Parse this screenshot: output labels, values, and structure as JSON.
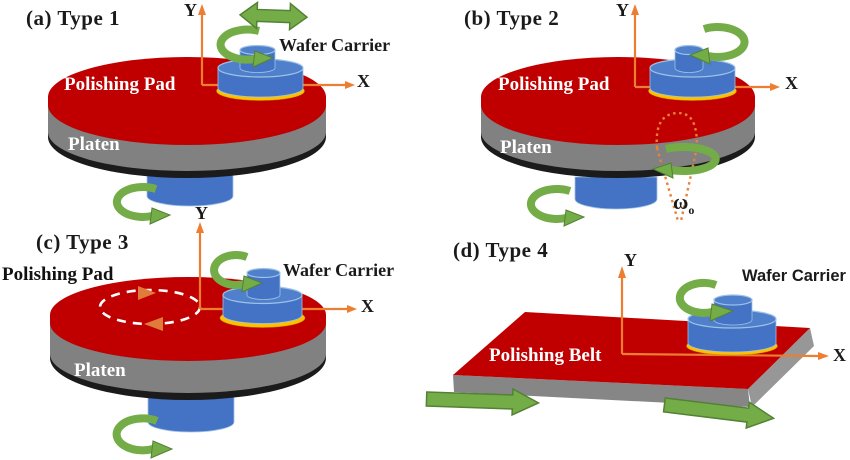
{
  "figure": {
    "description": "Four types of chemical-mechanical polishing machine configurations",
    "panels": {
      "a": {
        "title": "(a) Type 1",
        "labels": {
          "pad": "Polishing Pad",
          "platen": "Platen",
          "carrier": "Wafer Carrier",
          "x_axis": "X",
          "y_axis": "Y"
        }
      },
      "b": {
        "title": "(b) Type 2",
        "labels": {
          "pad": "Polishing Pad",
          "platen": "Platen",
          "x_axis": "X",
          "y_axis": "Y",
          "omega": "ω",
          "omega_sub": "o"
        }
      },
      "c": {
        "title": "(c) Type 3",
        "labels": {
          "pad": "Polishing Pad",
          "platen": "Platen",
          "carrier": "Wafer Carrier",
          "x_axis": "X",
          "y_axis": "Y"
        }
      },
      "d": {
        "title": "(d) Type 4",
        "labels": {
          "belt": "Polishing Belt",
          "carrier": "Wafer Carrier",
          "x_axis": "X",
          "y_axis": "Y"
        }
      }
    },
    "colors": {
      "pad_red": "#c00000",
      "platen_gray": "#818181",
      "platen_dark_rim": "#1b1b1b",
      "carrier_blue": "#4472c4",
      "carrier_blue_top": "#5080cc",
      "retaining_ring_gold": "#ffc000",
      "arrow_green": "#74ad47",
      "arrow_green_edge": "#538135",
      "axis_orange": "#ed7d31",
      "orbit_dash_white": "#ffffff",
      "orbit_arrow_orange": "#e07b39",
      "label_white": "#ffffff",
      "label_black": "#1a1a1a"
    }
  }
}
